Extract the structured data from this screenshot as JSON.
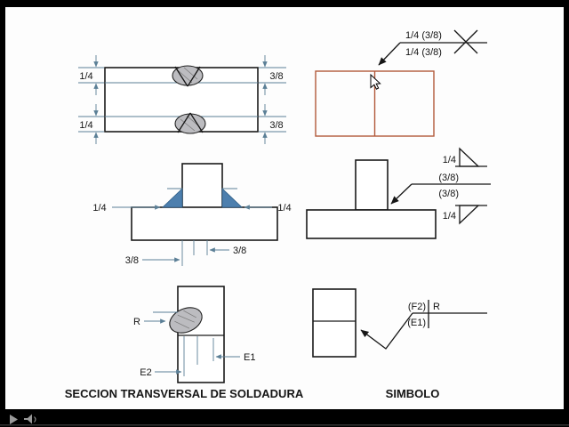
{
  "captions": {
    "left": "SECCION TRANSVERSAL DE SOLDADURA",
    "right": "SIMBOLO"
  },
  "colors": {
    "slide_bg": "#fdfdfd",
    "dim_line": "#5b7f96",
    "joint_orange": "#b2593a",
    "fillet_blue": "#4d7fae",
    "weld_gray": "#bcbcc0",
    "player_icon": "#9a9a9a"
  },
  "butt_joint": {
    "top_left": "1/4",
    "bottom_left": "1/4",
    "top_right": "3/8",
    "bottom_right": "3/8"
  },
  "butt_symbol": {
    "above_line": "1/4 (3/8)",
    "below_line": "1/4 (3/8)"
  },
  "tee_joint": {
    "left": "1/4",
    "right": "1/4",
    "lower_right": "3/8",
    "lower_left": "3/8"
  },
  "tee_symbol": {
    "top_size": "1/4",
    "above_line": "(3/8)",
    "below_line": "(3/8)",
    "bottom_size": "1/4"
  },
  "lap_joint": {
    "radius": "R",
    "e2": "E2",
    "e1": "E1"
  },
  "lap_symbol": {
    "above_left": "(F2)",
    "above_right": "R",
    "below": "(E1)"
  },
  "player": {
    "icons": [
      "play-icon",
      "volume-icon"
    ]
  }
}
